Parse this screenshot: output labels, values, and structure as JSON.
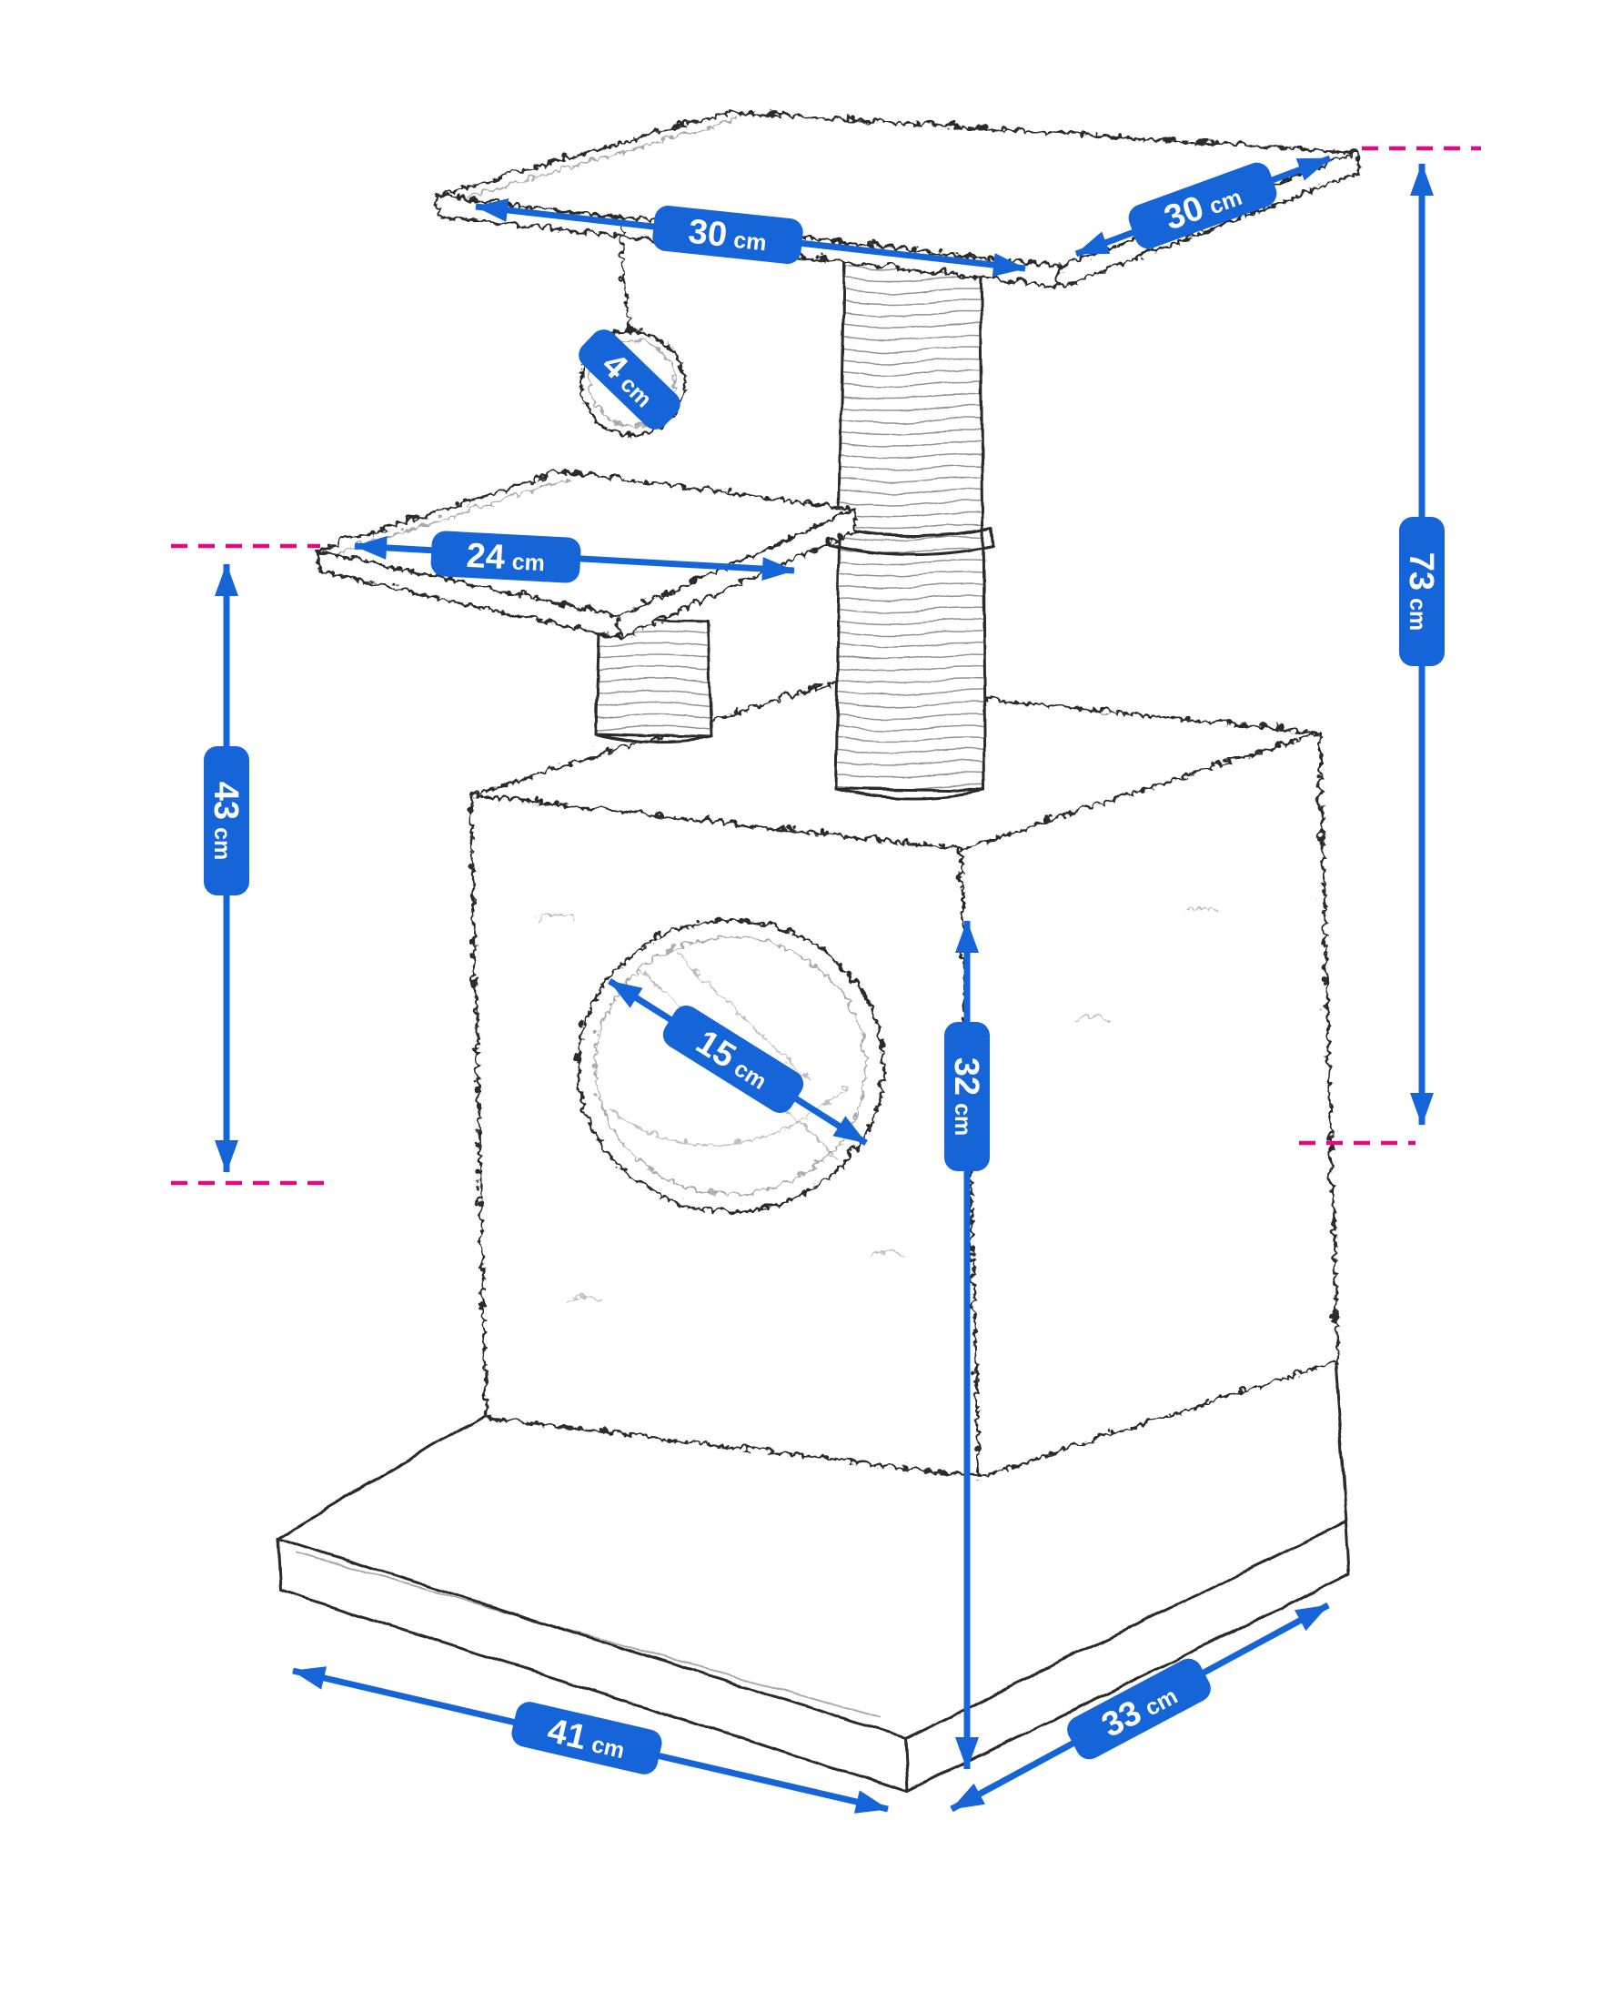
{
  "colors": {
    "dimension_accent": "#1565d8",
    "reference_dash": "#e5097f",
    "sketch_stroke": "#2a2a2a",
    "label_text": "#ffffff",
    "background": "#ffffff"
  },
  "diagram": {
    "dimensions": {
      "top_platform_width": {
        "value": "30",
        "unit": "cm",
        "label": "30 cm"
      },
      "top_platform_depth": {
        "value": "30",
        "unit": "cm",
        "label": "30 cm"
      },
      "ball_diameter": {
        "value": "4",
        "unit": "cm",
        "label": "4 cm"
      },
      "middle_platform_width": {
        "value": "24",
        "unit": "cm",
        "label": "24 cm"
      },
      "total_height": {
        "value": "73",
        "unit": "cm",
        "label": "73 cm"
      },
      "middle_platform_height": {
        "value": "43",
        "unit": "cm",
        "label": "43 cm"
      },
      "entrance_hole_diameter": {
        "value": "15",
        "unit": "cm",
        "label": "15 cm"
      },
      "house_height": {
        "value": "32",
        "unit": "cm",
        "label": "32 cm"
      },
      "base_width": {
        "value": "41",
        "unit": "cm",
        "label": "41 cm"
      },
      "base_depth": {
        "value": "33",
        "unit": "cm",
        "label": "33 cm"
      }
    }
  }
}
